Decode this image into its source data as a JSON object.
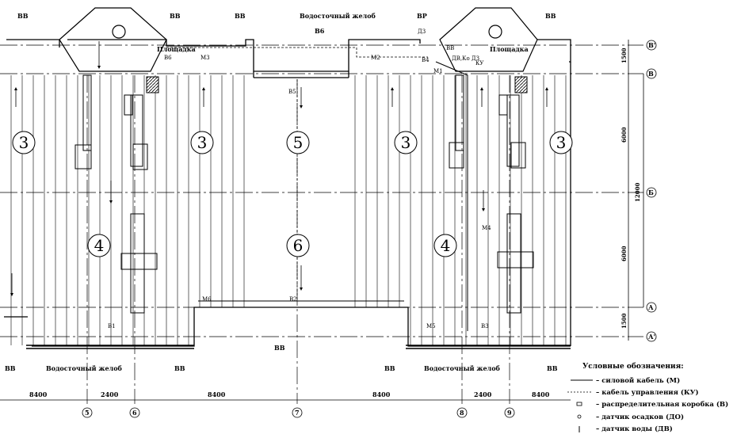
{
  "labels": {
    "gutter_top": "Водосточный желоб",
    "gutter_bottom_left": "Водосточный желоб",
    "gutter_bottom_right": "Водосточный желоб",
    "platform_left": "Площадка",
    "platform_right": "Площадка",
    "vv": "ВВ",
    "vr": "ВР",
    "v6": "В6",
    "v5": "В5",
    "v4": "В4",
    "v3": "В3",
    "v2": "В2",
    "v1": "В1",
    "d3": "Д3",
    "dv_do": "ДВ,Ко ДЗ",
    "ku": "КУ",
    "m1": "М1",
    "m2": "М2",
    "m3": "М3",
    "m4": "М4",
    "m5": "М5",
    "m6": "М6"
  },
  "zones": [
    "3",
    "3",
    "5",
    "3",
    "3",
    "4",
    "6",
    "4"
  ],
  "dimensions": {
    "bottom": [
      "8400",
      "2400",
      "8400",
      "8400",
      "2400",
      "8400"
    ],
    "right": [
      "1500",
      "6000",
      "12000",
      "6000",
      "1500"
    ]
  },
  "axes": {
    "rows": [
      "В'",
      "В",
      "Б",
      "А",
      "А'"
    ],
    "cols": [
      "5",
      "6",
      "7",
      "8",
      "9"
    ]
  },
  "legend": {
    "title": "Условные обозначения:",
    "items": [
      "– силовой кабель (М)",
      "– кабель управления (КУ)",
      "– распределительная коробка (В)",
      "– датчик осадков (ДО)",
      "– датчик воды (ДВ)"
    ]
  }
}
